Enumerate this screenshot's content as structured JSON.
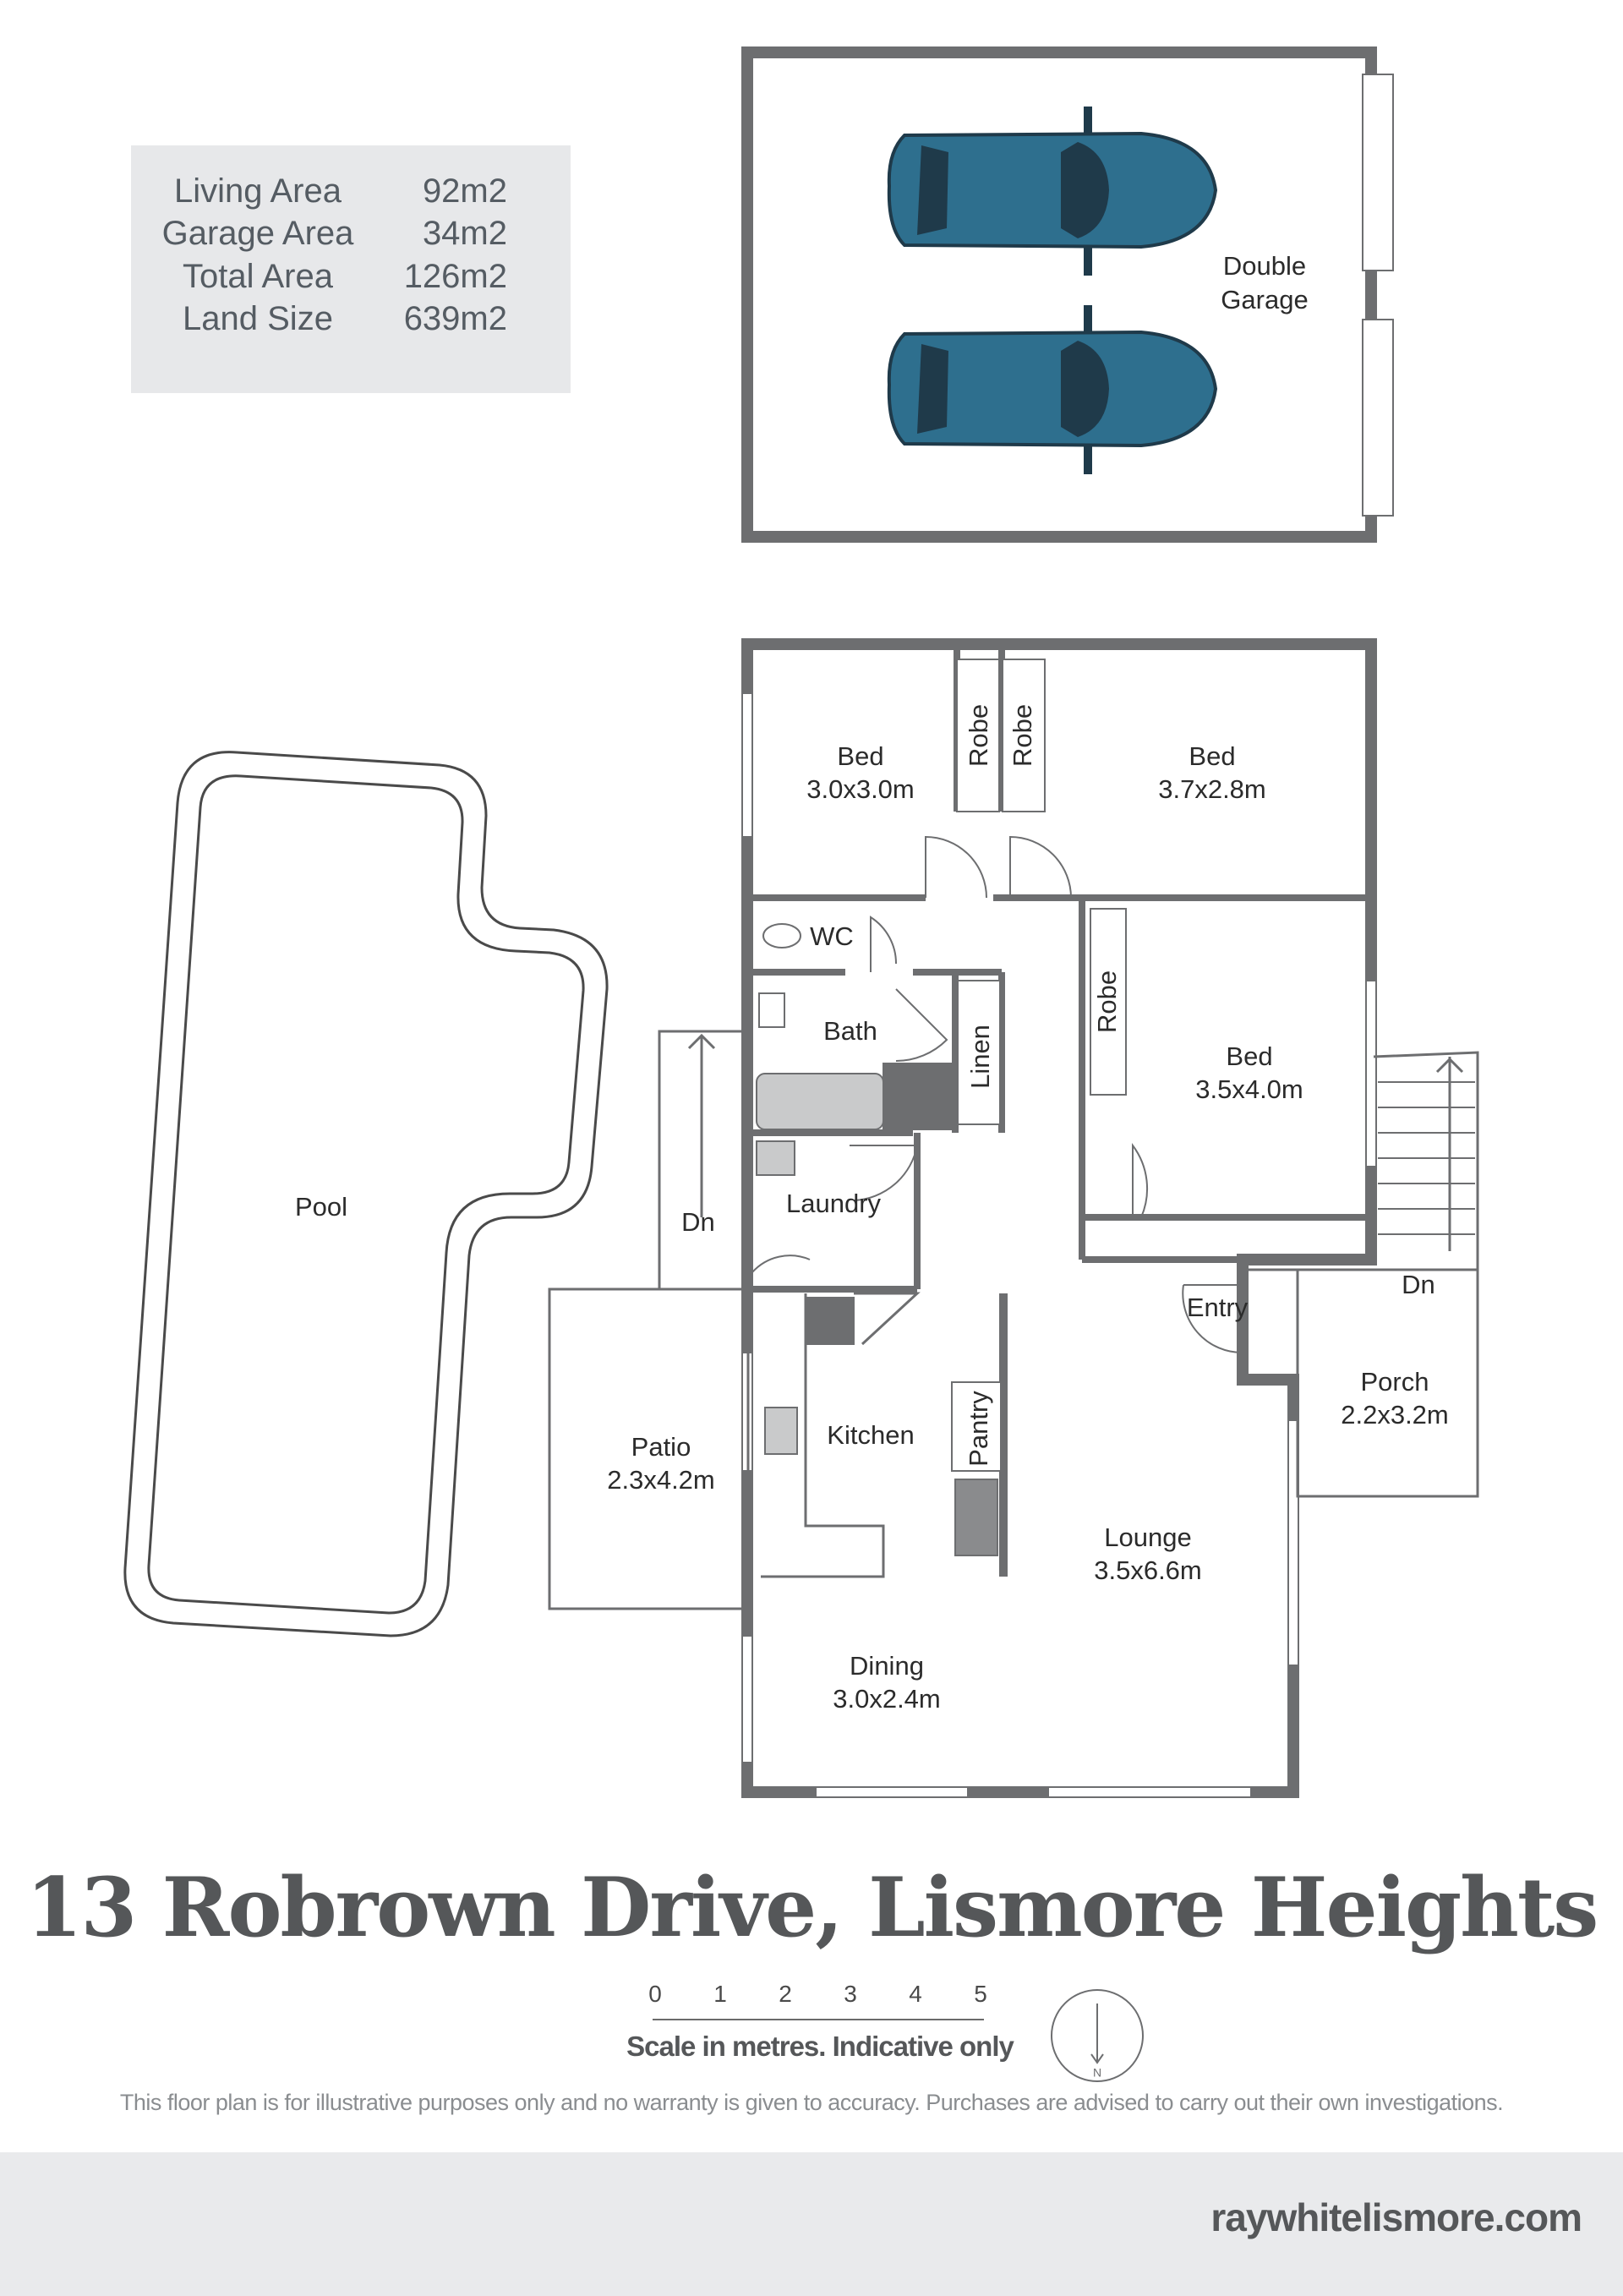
{
  "areas": [
    {
      "label": "Living Area",
      "value": "92m2"
    },
    {
      "label": "Garage Area",
      "value": "34m2"
    },
    {
      "label": "Total Area",
      "value": "126m2"
    },
    {
      "label": "Land Size",
      "value": "639m2"
    }
  ],
  "rooms": {
    "garage": {
      "name": "Double",
      "name2": "Garage"
    },
    "bed1": {
      "name": "Bed",
      "size": "3.0x3.0m"
    },
    "bed2": {
      "name": "Bed",
      "size": "3.7x2.8m"
    },
    "bed3": {
      "name": "Bed",
      "size": "3.5x4.0m"
    },
    "robe1": "Robe",
    "robe2": "Robe",
    "robe3": "Robe",
    "wc": "WC",
    "bath": "Bath",
    "linen": "Linen",
    "laundry": "Laundry",
    "kitchen": "Kitchen",
    "pantry": "Pantry",
    "entry": "Entry",
    "porch": {
      "name": "Porch",
      "size": "2.2x3.2m"
    },
    "lounge": {
      "name": "Lounge",
      "size": "3.5x6.6m"
    },
    "dining": {
      "name": "Dining",
      "size": "3.0x2.4m"
    },
    "patio": {
      "name": "Patio",
      "size": "2.3x4.2m"
    },
    "pool": "Pool",
    "stairs_left": "Dn",
    "stairs_right": "Dn"
  },
  "address": "13 Robrown Drive, Lismore Heights",
  "scale": {
    "ticks": [
      "0",
      "1",
      "2",
      "3",
      "4",
      "5"
    ],
    "caption": "Scale in metres. Indicative only",
    "north": "N"
  },
  "disclaimer": "This floor plan is for illustrative purposes only and no warranty is given to accuracy. Purchases are advised to carry out their own investigations.",
  "website": "raywhitelismore.com",
  "colors": {
    "wall": "#6d6e70",
    "car_body": "#2e6f8e",
    "car_dark": "#1f3a4a",
    "fixture": "#8a8b8d",
    "panel": "#e7e8ea"
  }
}
